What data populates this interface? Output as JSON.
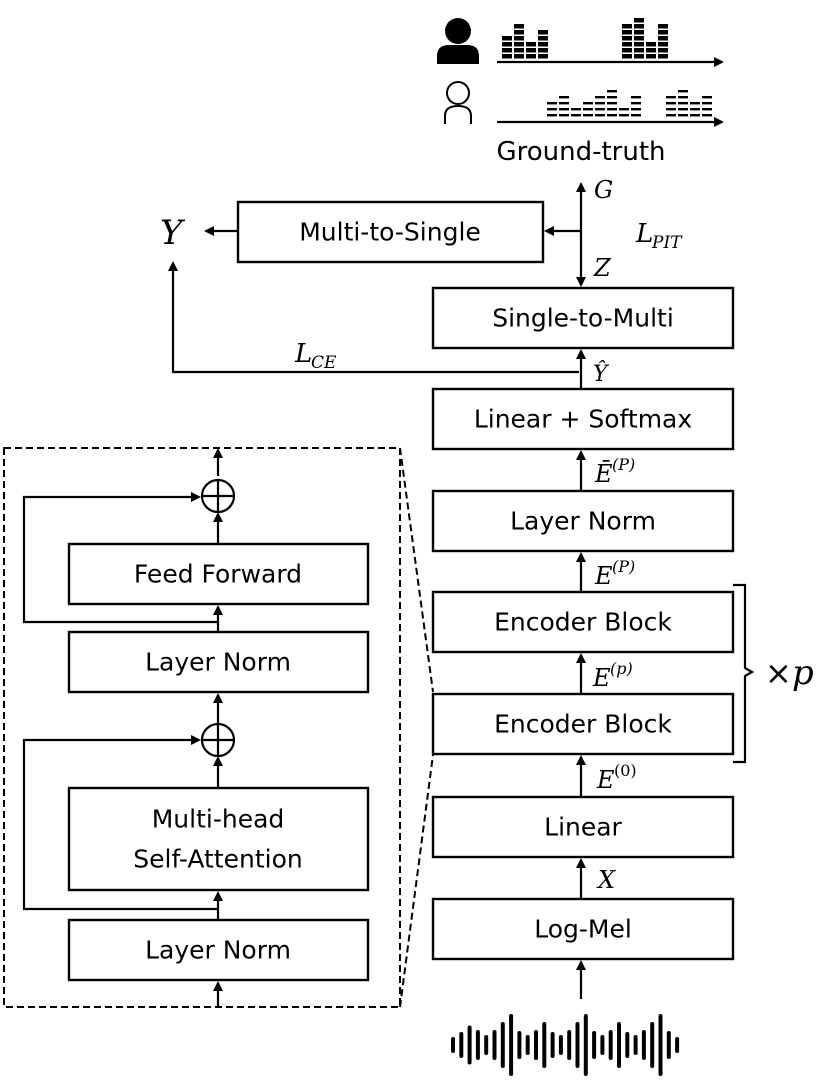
{
  "diagram": {
    "ground_truth": {
      "label": "Ground-truth",
      "speakers": [
        {
          "name": "speaker-1",
          "style": "filled",
          "activity": [
            [
              4,
              6,
              3,
              5
            ],
            [
              6,
              7,
              3,
              6
            ]
          ]
        },
        {
          "name": "speaker-2",
          "style": "outline",
          "activity": [
            [
              3,
              4,
              2,
              3,
              4,
              5,
              2,
              4
            ],
            [
              4,
              5,
              3,
              4
            ]
          ]
        }
      ]
    },
    "main_blocks": {
      "multi_to_single": "Multi-to-Single",
      "single_to_multi": "Single-to-Multi",
      "linear_softmax": "Linear + Softmax",
      "layer_norm": "Layer Norm",
      "encoder_block_top": "Encoder Block",
      "encoder_block_bottom": "Encoder Block",
      "linear": "Linear",
      "log_mel": "Log-Mel"
    },
    "detail_blocks": {
      "feed_forward": "Feed Forward",
      "layer_norm_top": "Layer Norm",
      "mhsa_line1": "Multi-head",
      "mhsa_line2": "Self-Attention",
      "layer_norm_bottom": "Layer Norm"
    },
    "symbols": {
      "Y": "Y",
      "G": "G",
      "Z": "Z",
      "L_PIT_base": "L",
      "L_PIT_sub": "PIT",
      "L_CE_base": "L",
      "L_CE_sub": "CE",
      "Y_hat": "Ŷ",
      "E_bar_P_base": "Ē",
      "E_bar_P_sup": "(P)",
      "E_P_base": "E",
      "E_P_sup": "(P)",
      "E_p_base": "E",
      "E_p_sup": "(p)",
      "E_0_base": "E",
      "E_0_sup": "(0)",
      "X": "X",
      "repeat_base": "×",
      "repeat_var": "p",
      "add": "⊕"
    }
  }
}
